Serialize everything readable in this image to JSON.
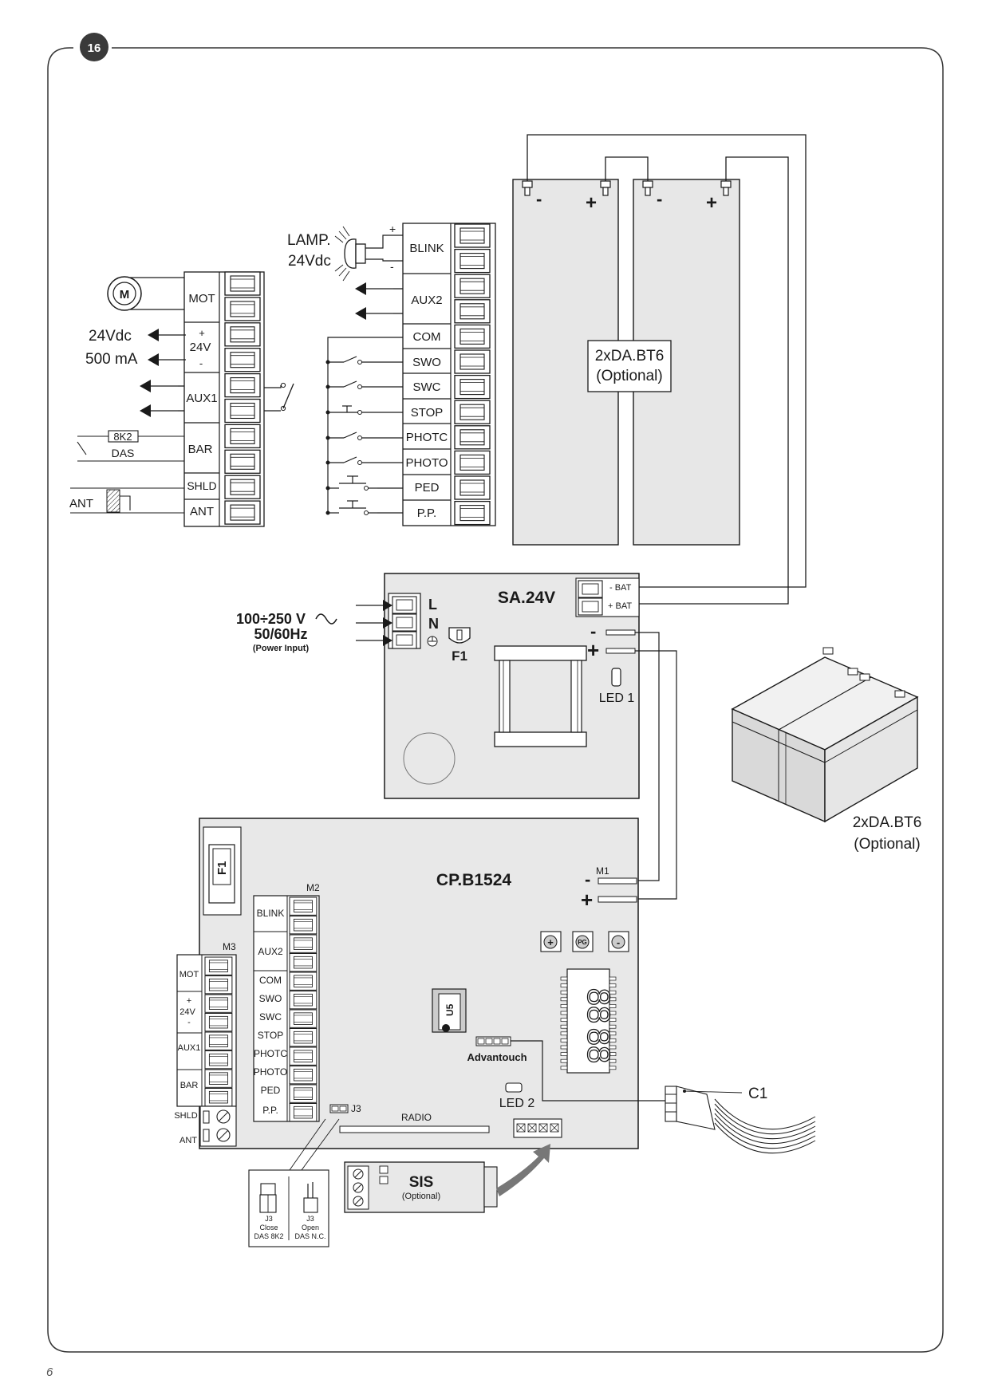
{
  "figure": {
    "number": "16",
    "page_number": "6"
  },
  "batteries": {
    "top_label_line1": "2xDA.BT6",
    "top_label_line2": "(Optional)",
    "side_label_line1": "2xDA.BT6",
    "side_label_line2": "(Optional)",
    "minus": "-",
    "plus": "+"
  },
  "left_terminal_block": {
    "labels": [
      "MOT",
      "+",
      "24V",
      "-",
      "AUX1",
      "BAR",
      "SHLD",
      "ANT"
    ],
    "supply_voltage": "24Vdc",
    "supply_current": "500 mA",
    "bar_resistor": "8K2",
    "bar_das": "DAS",
    "antenna": "ANT",
    "motor_symbol": "M"
  },
  "right_terminal_block": {
    "lamp_line1": "LAMP.",
    "lamp_line2": "24Vdc",
    "plus": "+",
    "minus": "-",
    "labels": [
      "BLINK",
      "AUX2",
      "COM",
      "SWO",
      "SWC",
      "STOP",
      "PHOTC",
      "PHOTO",
      "PED",
      "P.P."
    ]
  },
  "power_supply": {
    "name": "SA.24V",
    "input_voltage": "100÷250 V",
    "input_frequency": "50/60Hz",
    "input_note": "(Power Input)",
    "terminal_l": "L",
    "terminal_n": "N",
    "fuse": "F1",
    "led": "LED 1",
    "bat_minus": "- BAT",
    "bat_plus": "+ BAT",
    "out_minus": "-",
    "out_plus": "+"
  },
  "control_board": {
    "name": "CP.B1524",
    "fuse": "F1",
    "m1": "M1",
    "m2": "M2",
    "m3": "M3",
    "minus": "-",
    "plus": "+",
    "m2_labels": [
      "BLINK",
      "AUX2",
      "COM",
      "SWO",
      "SWC",
      "STOP",
      "PHOTC",
      "PHOTO",
      "PED",
      "P.P."
    ],
    "m3_labels": [
      "MOT",
      "+",
      "24V",
      "-",
      "AUX1",
      "BAR",
      "SHLD",
      "ANT"
    ],
    "button_plus": "+",
    "button_pg": "PG",
    "button_minus": "-",
    "chip": "U5",
    "advantouch": "Advantouch",
    "led2": "LED 2",
    "j3": "J3",
    "radio": "RADIO",
    "connector": "C1"
  },
  "sis_module": {
    "name": "SIS",
    "note": "(Optional)"
  },
  "jumper_detail": {
    "close_line1": "J3",
    "close_line2": "Close",
    "close_line3": "DAS 8K2",
    "open_line1": "J3",
    "open_line2": "Open",
    "open_line3": "DAS N.C."
  }
}
